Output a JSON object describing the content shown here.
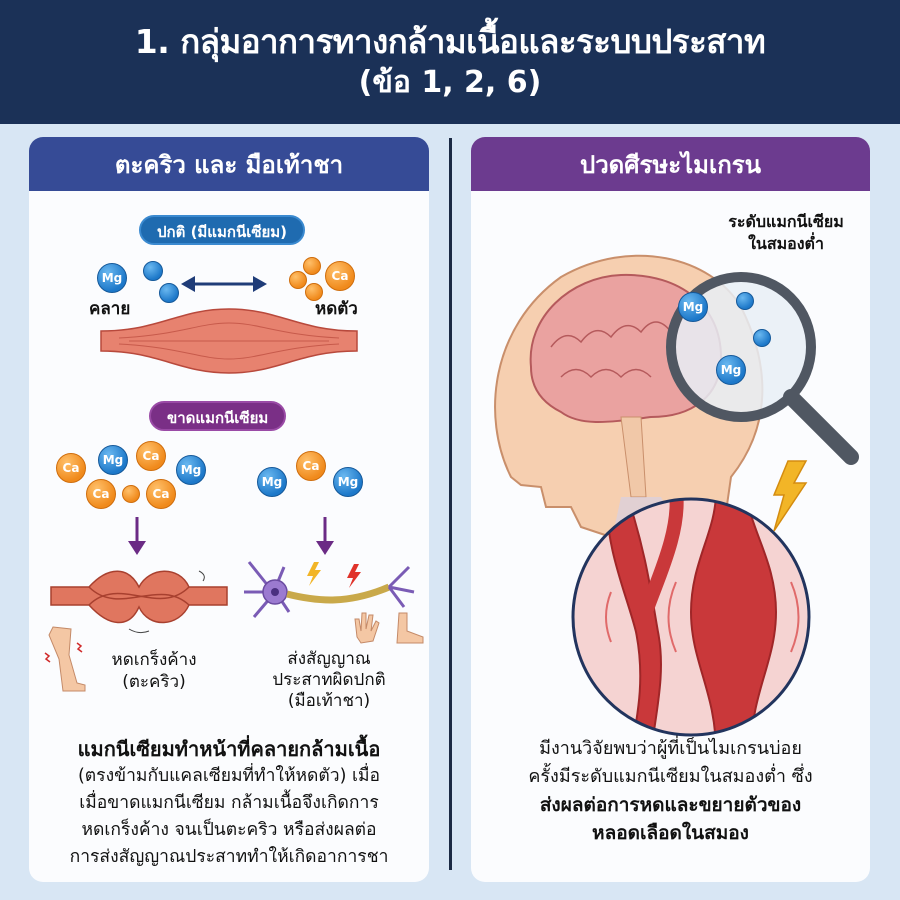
{
  "header": {
    "title_line1": "1. กลุ่มอาการทางกล้ามเนื้อและระบบประสาท",
    "title_line2": "(ข้อ 1, 2, 6)"
  },
  "left_panel": {
    "title": "ตะคริว และ มือเท้าชา",
    "normal_pill": "ปกติ (มีแมกนีเซียม)",
    "relax_label": "คลาย",
    "contract_label": "หดตัว",
    "deficiency_pill": "ขาดแมกนีเซียม",
    "ions": {
      "mg": "Mg",
      "ca": "Ca"
    },
    "cramp_label_1": "หดเกร็งค้าง",
    "cramp_label_2": "(ตะคริว)",
    "nerve_label_1": "ส่งสัญญาณ",
    "nerve_label_2": "ประสาทผิดปกติ",
    "nerve_label_3": "(มือเท้าชา)",
    "caption_bold": "แมกนีเซียมทำหน้าที่คลายกล้ามเนื้อ",
    "caption_lines": [
      "(ตรงข้ามกับแคลเซียมที่ทำให้หดตัว) เมื่อ",
      "เมื่อขาดแมกนีเซียม กล้ามเนื้อจึงเกิดการ",
      "หดเกร็งค้าง จนเป็นตะคริว หรือส่งผลต่อ",
      "การส่งสัญญาณประสาททำให้เกิดอาการชา"
    ]
  },
  "right_panel": {
    "title": "ปวดศีรษะไมเกรน",
    "brain_label_1": "ระดับแมกนีเซียม",
    "brain_label_2": "ในสมองต่ำ",
    "ion_mg": "Mg",
    "caption_lines": [
      "มีงานวิจัยพบว่าผู้ที่เป็นไมเกรนบ่อย",
      "ครั้งมีระดับแมกนีเซียมในสมองต่ำ ซึ่ง"
    ],
    "caption_bold_lines": [
      "ส่งผลต่อการหดและขยายตัวของ",
      "หลอดเลือดในสมอง"
    ]
  },
  "colors": {
    "header_bg": "#1b3157",
    "left_head": "#364b96",
    "right_head": "#6c3b8f",
    "background": "#d8e6f4",
    "mg_blue": "#1d78c9",
    "ca_orange": "#f08a1c"
  }
}
